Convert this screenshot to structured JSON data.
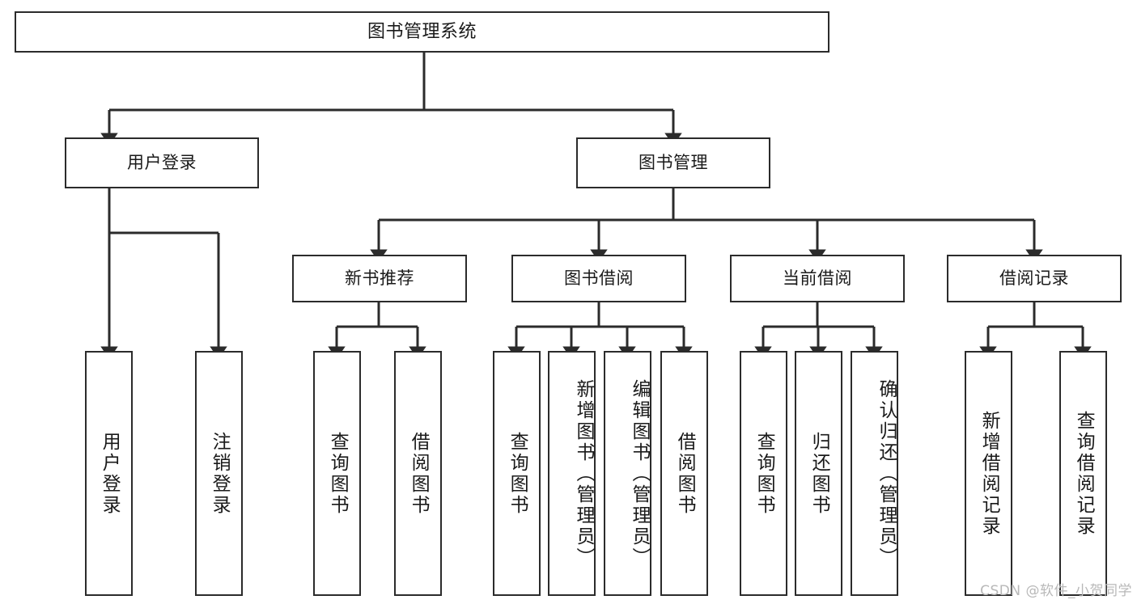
{
  "diagram": {
    "type": "hierarchy-tree",
    "title": "图书管理系统",
    "root": {
      "label": "图书管理系统"
    },
    "level2": [
      {
        "label": "用户登录"
      },
      {
        "label": "图书管理"
      }
    ],
    "level3": [
      {
        "label": "新书推荐"
      },
      {
        "label": "图书借阅"
      },
      {
        "label": "当前借阅"
      },
      {
        "label": "借阅记录"
      }
    ],
    "leaves": {
      "user_login": [
        {
          "label": "用户登录"
        },
        {
          "label": "注销登录"
        }
      ],
      "new_book_recommend": [
        {
          "label": "查询图书"
        },
        {
          "label": "借阅图书"
        }
      ],
      "book_borrow": [
        {
          "label": "查询图书"
        },
        {
          "label": "新增图书（管理员）"
        },
        {
          "label": "编辑图书（管理员）"
        },
        {
          "label": "借阅图书"
        }
      ],
      "current_borrow": [
        {
          "label": "查询图书"
        },
        {
          "label": "归还图书"
        },
        {
          "label": "确认归还（管理员）"
        }
      ],
      "borrow_record": [
        {
          "label": "新增借阅记录"
        },
        {
          "label": "查询借阅记录"
        }
      ]
    }
  },
  "watermark": {
    "text": "CSDN @软件_小贺同学"
  },
  "colors": {
    "stroke": "#2b2b2b",
    "fill": "#ffffff",
    "text": "#1a1a1a",
    "watermark": "#b8b8b8"
  }
}
